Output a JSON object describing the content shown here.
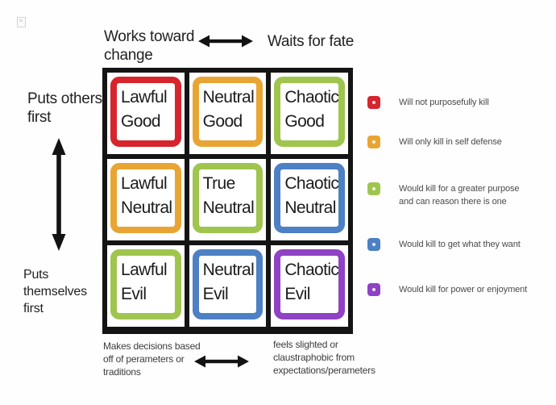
{
  "axes": {
    "top_left": "Works toward\nchange",
    "top_right": "Waits for fate",
    "left_top": "Puts others\nfirst",
    "left_bottom": "Puts themselves\nfirst",
    "bottom_left": "Makes decisions based\noff of perameters or\ntraditions",
    "bottom_right": "feels slighted or\nclaustraphobic from\nexpectations/perameters"
  },
  "grid": {
    "border_color": "#141414",
    "cells": [
      {
        "label": "Lawful\nGood",
        "color": "#d6252d"
      },
      {
        "label": "Neutral\nGood",
        "color": "#e8a534"
      },
      {
        "label": "Chaotic\nGood",
        "color": "#9fc54f"
      },
      {
        "label": "Lawful\nNeutral",
        "color": "#e8a534"
      },
      {
        "label": "True\nNeutral",
        "color": "#9fc54f"
      },
      {
        "label": "Chaotic\nNeutral",
        "color": "#4d80c4"
      },
      {
        "label": "Lawful\nEvil",
        "color": "#9fc54f"
      },
      {
        "label": "Neutral\nEvil",
        "color": "#4d80c4"
      },
      {
        "label": "Chaotic\nEvil",
        "color": "#8f42c4"
      }
    ]
  },
  "legend": {
    "items": [
      {
        "color": "#d6252d",
        "text": "Will not purposefully kill"
      },
      {
        "color": "#e8a534",
        "text": "Will only kill in self defense"
      },
      {
        "color": "#9fc54f",
        "text": "Would kill for a greater purpose\nand can reason there is one"
      },
      {
        "color": "#4d80c4",
        "text": "Would kill to get what they want"
      },
      {
        "color": "#8f42c4",
        "text": "Would kill for power or enjoyment"
      }
    ]
  },
  "icons": {
    "horizontal_arrow": "double-headed-horizontal-arrow",
    "vertical_arrow": "double-headed-vertical-arrow",
    "broken_image": "broken-image-placeholder"
  }
}
